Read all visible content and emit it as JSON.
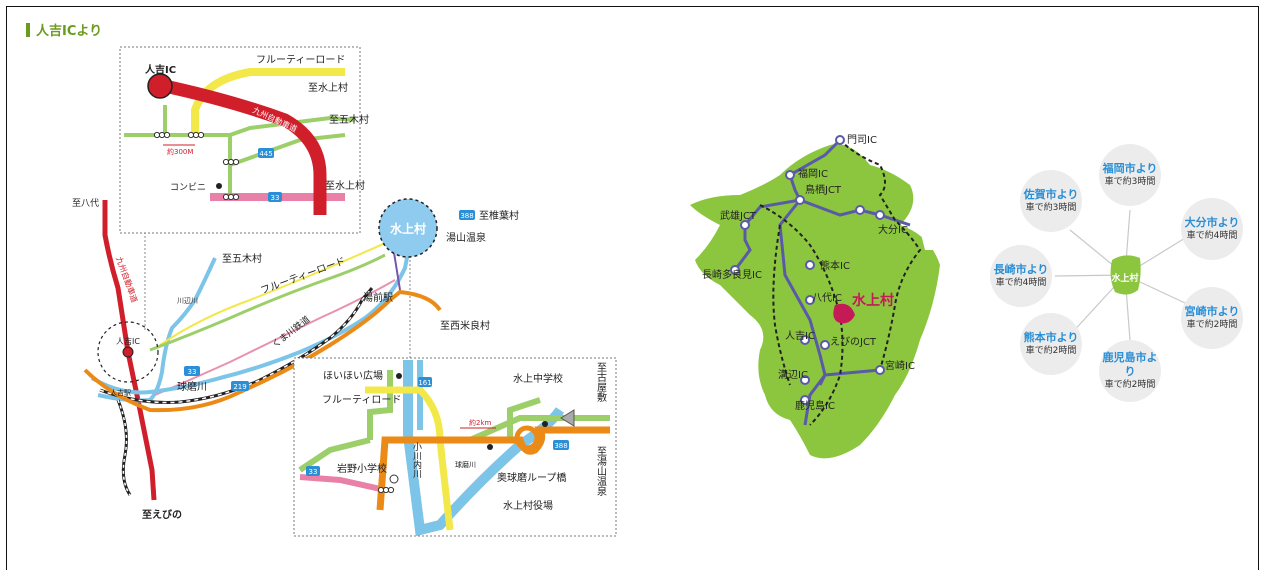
{
  "section": {
    "title": "人吉ICより"
  },
  "map_left": {
    "inset_top": {
      "hitoyoshi_ic": "人吉IC",
      "fruity_road": "フルーティーロード",
      "to_mizukami_1": "至水上村",
      "to_itsuki": "至五木村",
      "to_mizukami_2": "至水上村",
      "expressway": "九州自動車道",
      "distance": "約300M",
      "route445": "445",
      "route33": "33",
      "convenience": "コンビニ"
    },
    "overview": {
      "to_yatsushiro": "至八代",
      "expressway": "九州自動車道",
      "kawabe_river": "川辺川",
      "to_itsuki": "至五木村",
      "fruity_road": "フルーティーロード",
      "mizukami": "水上村",
      "route388": "388",
      "to_shiibaba": "至椎葉村",
      "yunoyama": "湯山温泉",
      "yunomae_station": "湯前駅",
      "kumagawa_railway": "くま川鉄道",
      "to_nishimera": "至西米良村",
      "hitoyoshi_ic": "人吉IC",
      "hitoyoshi_station": "人吉駅",
      "route33": "33",
      "route219": "219",
      "kuma_river": "球磨川",
      "to_ebino": "至えびの"
    },
    "inset_bottom": {
      "hoihoi": "ほいほい広場",
      "route161": "161",
      "mizukami_jhs": "水上中学校",
      "to_koyashiki": "至古屋敷",
      "fruity_road": "フルーティロード",
      "distance": "約2km",
      "route388": "388",
      "route33": "33",
      "iwano_es": "岩野小学校",
      "ogawauchi": "小川内川",
      "kuma_river": "球磨川",
      "loop_bridge": "奥球磨ループ橋",
      "to_yunoyama": "至湯山温泉",
      "village_office": "水上村役場"
    }
  },
  "map_kyushu": {
    "moji": "門司IC",
    "fukuoka": "福岡IC",
    "tosu": "鳥栖JCT",
    "takeo": "武雄JCT",
    "oita": "大分IC",
    "nagasaki": "長崎多良見IC",
    "kumamoto": "熊本IC",
    "yatsushiro": "八代IC",
    "mizukami": "水上村",
    "hitoyoshi": "人吉IC",
    "ebino": "えびのJCT",
    "miyazaki": "宮崎IC",
    "mizobe": "溝辺IC",
    "kagoshima": "鹿児島IC"
  },
  "access_diagram": {
    "center": "水上村",
    "cities": [
      {
        "city": "福岡市より",
        "time": "車で約3時間"
      },
      {
        "city": "佐賀市より",
        "time": "車で約3時間"
      },
      {
        "city": "大分市より",
        "time": "車で約4時間"
      },
      {
        "city": "長崎市より",
        "time": "車で約4時間"
      },
      {
        "city": "宮崎市より",
        "time": "車で約2時間"
      },
      {
        "city": "熊本市より",
        "time": "車で約2時間"
      },
      {
        "city": "鹿児島市より",
        "time": "車で約2時間"
      }
    ]
  }
}
